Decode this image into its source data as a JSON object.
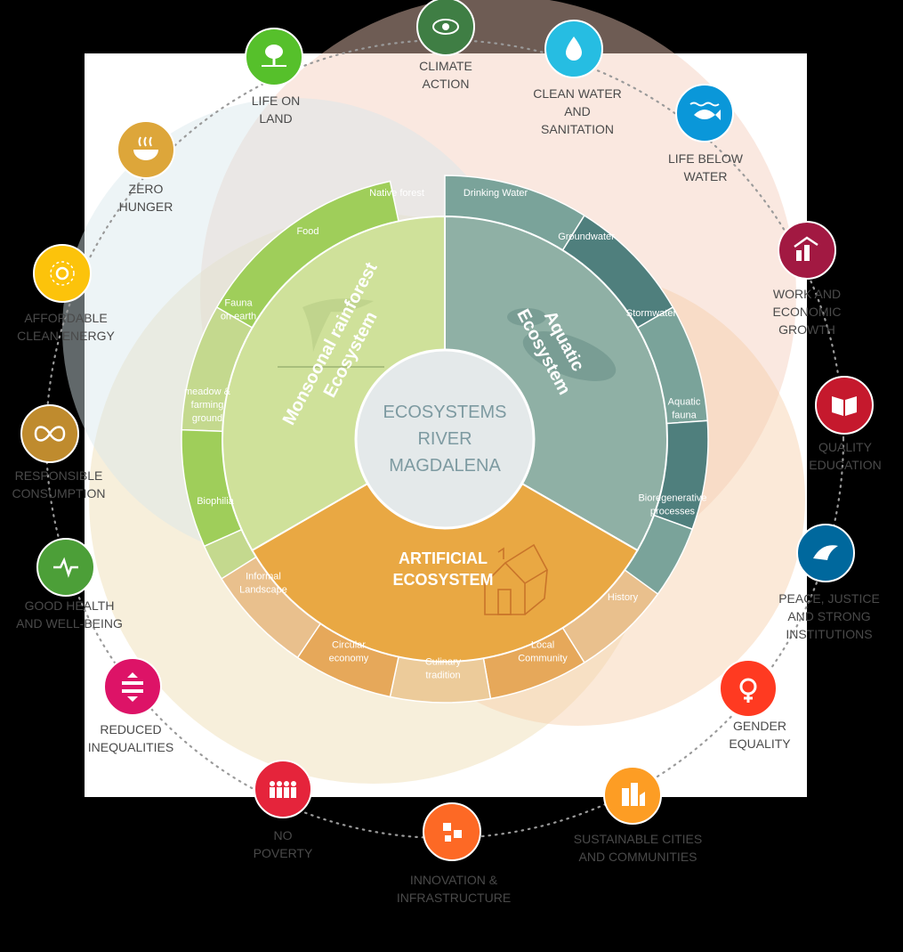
{
  "center": {
    "lines": [
      "ECOSYSTEMS",
      "RIVER",
      "MAGDALENA"
    ]
  },
  "ecosystems": {
    "monsoonal": {
      "title_lines": [
        "Monsoonal rainforest",
        "Ecosystem"
      ],
      "color": "#cfe19a"
    },
    "aquatic": {
      "title_lines": [
        "Aquatic",
        "Ecosystem"
      ],
      "color": "#8fb0a5"
    },
    "artificial": {
      "title_lines": [
        "ARTIFICIAL",
        "ECOSYSTEM"
      ],
      "color": "#e9a843"
    }
  },
  "segments": [
    {
      "lines": [
        "Native forest"
      ]
    },
    {
      "lines": [
        "Food"
      ]
    },
    {
      "lines": [
        "Fauna",
        "on earth"
      ]
    },
    {
      "lines": [
        "meadow &",
        "farming",
        "ground"
      ]
    },
    {
      "lines": [
        "Biophilia"
      ]
    },
    {
      "lines": [
        "Drinking Water"
      ]
    },
    {
      "lines": [
        "Groundwater"
      ]
    },
    {
      "lines": [
        "Stormwater"
      ]
    },
    {
      "lines": [
        "Aquatic",
        "fauna"
      ]
    },
    {
      "lines": [
        "Bioregenerative",
        "processes"
      ]
    },
    {
      "lines": [
        "History"
      ]
    },
    {
      "lines": [
        "Local",
        "Community"
      ]
    },
    {
      "lines": [
        "Culinary",
        "tradition"
      ]
    },
    {
      "lines": [
        "Circular",
        "economy"
      ]
    },
    {
      "lines": [
        "Informal",
        "Landscape"
      ]
    }
  ],
  "sdgs": [
    {
      "lines": [
        "CLIMATE",
        "ACTION"
      ],
      "color": "#3f7e44",
      "icon": "eye-globe-icon"
    },
    {
      "lines": [
        "CLEAN WATER",
        "AND",
        "SANITATION"
      ],
      "color": "#26bde2",
      "icon": "water-drop-icon"
    },
    {
      "lines": [
        "LIFE BELOW",
        "WATER"
      ],
      "color": "#0a97d9",
      "icon": "fish-icon"
    },
    {
      "lines": [
        "WORK AND",
        "ECONOMIC",
        "GROWTH"
      ],
      "color": "#a21942",
      "icon": "growth-chart-icon"
    },
    {
      "lines": [
        "QUALITY",
        "EDUCATION"
      ],
      "color": "#c5192d",
      "icon": "book-icon"
    },
    {
      "lines": [
        "PEACE, JUSTICE",
        "AND STRONG",
        "INSTITUTIONS"
      ],
      "color": "#00689d",
      "icon": "dove-icon"
    },
    {
      "lines": [
        "GENDER",
        "EQUALITY"
      ],
      "color": "#ff3a21",
      "icon": "gender-icon"
    },
    {
      "lines": [
        "SUSTAINABLE CITIES",
        "AND COMMUNITIES"
      ],
      "color": "#fd9d24",
      "icon": "city-icon"
    },
    {
      "lines": [
        "INNOVATION &",
        "INFRASTRUCTURE"
      ],
      "color": "#fd6925",
      "icon": "cubes-icon"
    },
    {
      "lines": [
        "NO",
        "POVERTY"
      ],
      "color": "#e5243b",
      "icon": "family-icon"
    },
    {
      "lines": [
        "REDUCED",
        "INEQUALITIES"
      ],
      "color": "#dd1367",
      "icon": "equal-icon"
    },
    {
      "lines": [
        "GOOD HEALTH",
        "AND WELL-BEING"
      ],
      "color": "#4c9f38",
      "icon": "heartbeat-icon"
    },
    {
      "lines": [
        "RESPONSIBLE",
        "CONSUMPTION"
      ],
      "color": "#bf8b2e",
      "icon": "infinity-icon"
    },
    {
      "lines": [
        "AFFORDABLE",
        "CLEAN ENERGY"
      ],
      "color": "#fcc30b",
      "icon": "sun-icon"
    },
    {
      "lines": [
        "ZERO",
        "HUNGER"
      ],
      "color": "#dda63a",
      "icon": "bowl-icon"
    },
    {
      "lines": [
        "LIFE ON",
        "LAND"
      ],
      "color": "#56c02b",
      "icon": "tree-icon"
    }
  ]
}
